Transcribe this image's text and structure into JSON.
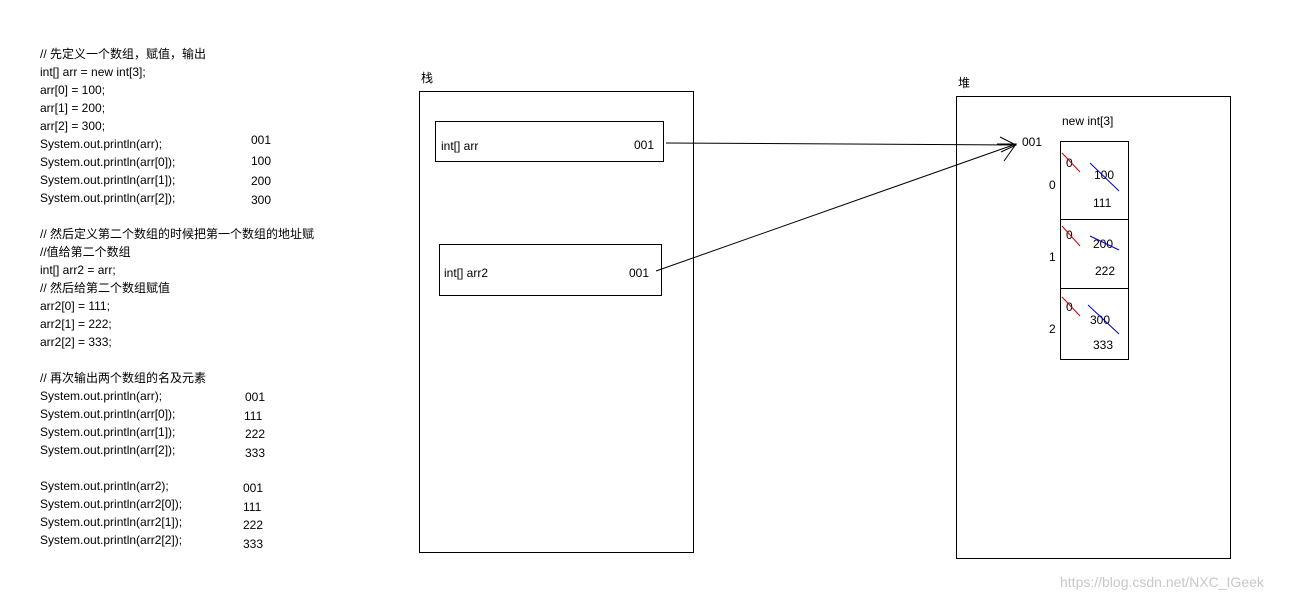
{
  "code": [
    "// 先定义一个数组，赋值，输出",
    "int[] arr = new int[3];",
    "arr[0] = 100;",
    "arr[1] = 200;",
    "arr[2] = 300;",
    "System.out.println(arr);",
    "System.out.println(arr[0]);",
    "System.out.println(arr[1]);",
    "System.out.println(arr[2]);",
    "",
    "// 然后定义第二个数组的时候把第一个数组的地址赋",
    "//值给第二个数组",
    "int[] arr2 = arr;",
    "// 然后给第二个数组赋值",
    "arr2[0] = 111;",
    "arr2[1] = 222;",
    "arr2[2] = 333;",
    "",
    "// 再次输出两个数组的名及元素",
    "System.out.println(arr);",
    "System.out.println(arr[0]);",
    "System.out.println(arr[1]);",
    "System.out.println(arr[2]);",
    "",
    "System.out.println(arr2);",
    "System.out.println(arr2[0]);",
    "System.out.println(arr2[1]);",
    "System.out.println(arr2[2]);"
  ],
  "outputs": {
    "first": [
      "001",
      "100",
      "200",
      "300"
    ],
    "second_arr": [
      "001",
      "111",
      "222",
      "333"
    ],
    "second_arr2": [
      "001",
      "111",
      "222",
      "333"
    ]
  },
  "stack": {
    "title": "栈",
    "var1": {
      "name": "int[] arr",
      "addr": "001"
    },
    "var2": {
      "name": "int[] arr2",
      "addr": "001"
    }
  },
  "heap": {
    "title": "堆",
    "object_label": "new int[3]",
    "address": "001",
    "cells": [
      {
        "index": "0",
        "initial": "0",
        "old": "100",
        "new": "111"
      },
      {
        "index": "1",
        "initial": "0",
        "old": "200",
        "new": "222"
      },
      {
        "index": "2",
        "initial": "0",
        "old": "300",
        "new": "333"
      }
    ]
  },
  "watermark": "https://blog.csdn.net/NXC_IGeek",
  "colors": {
    "strike_initial": "#d00000",
    "strike_old": "#0000c8"
  }
}
